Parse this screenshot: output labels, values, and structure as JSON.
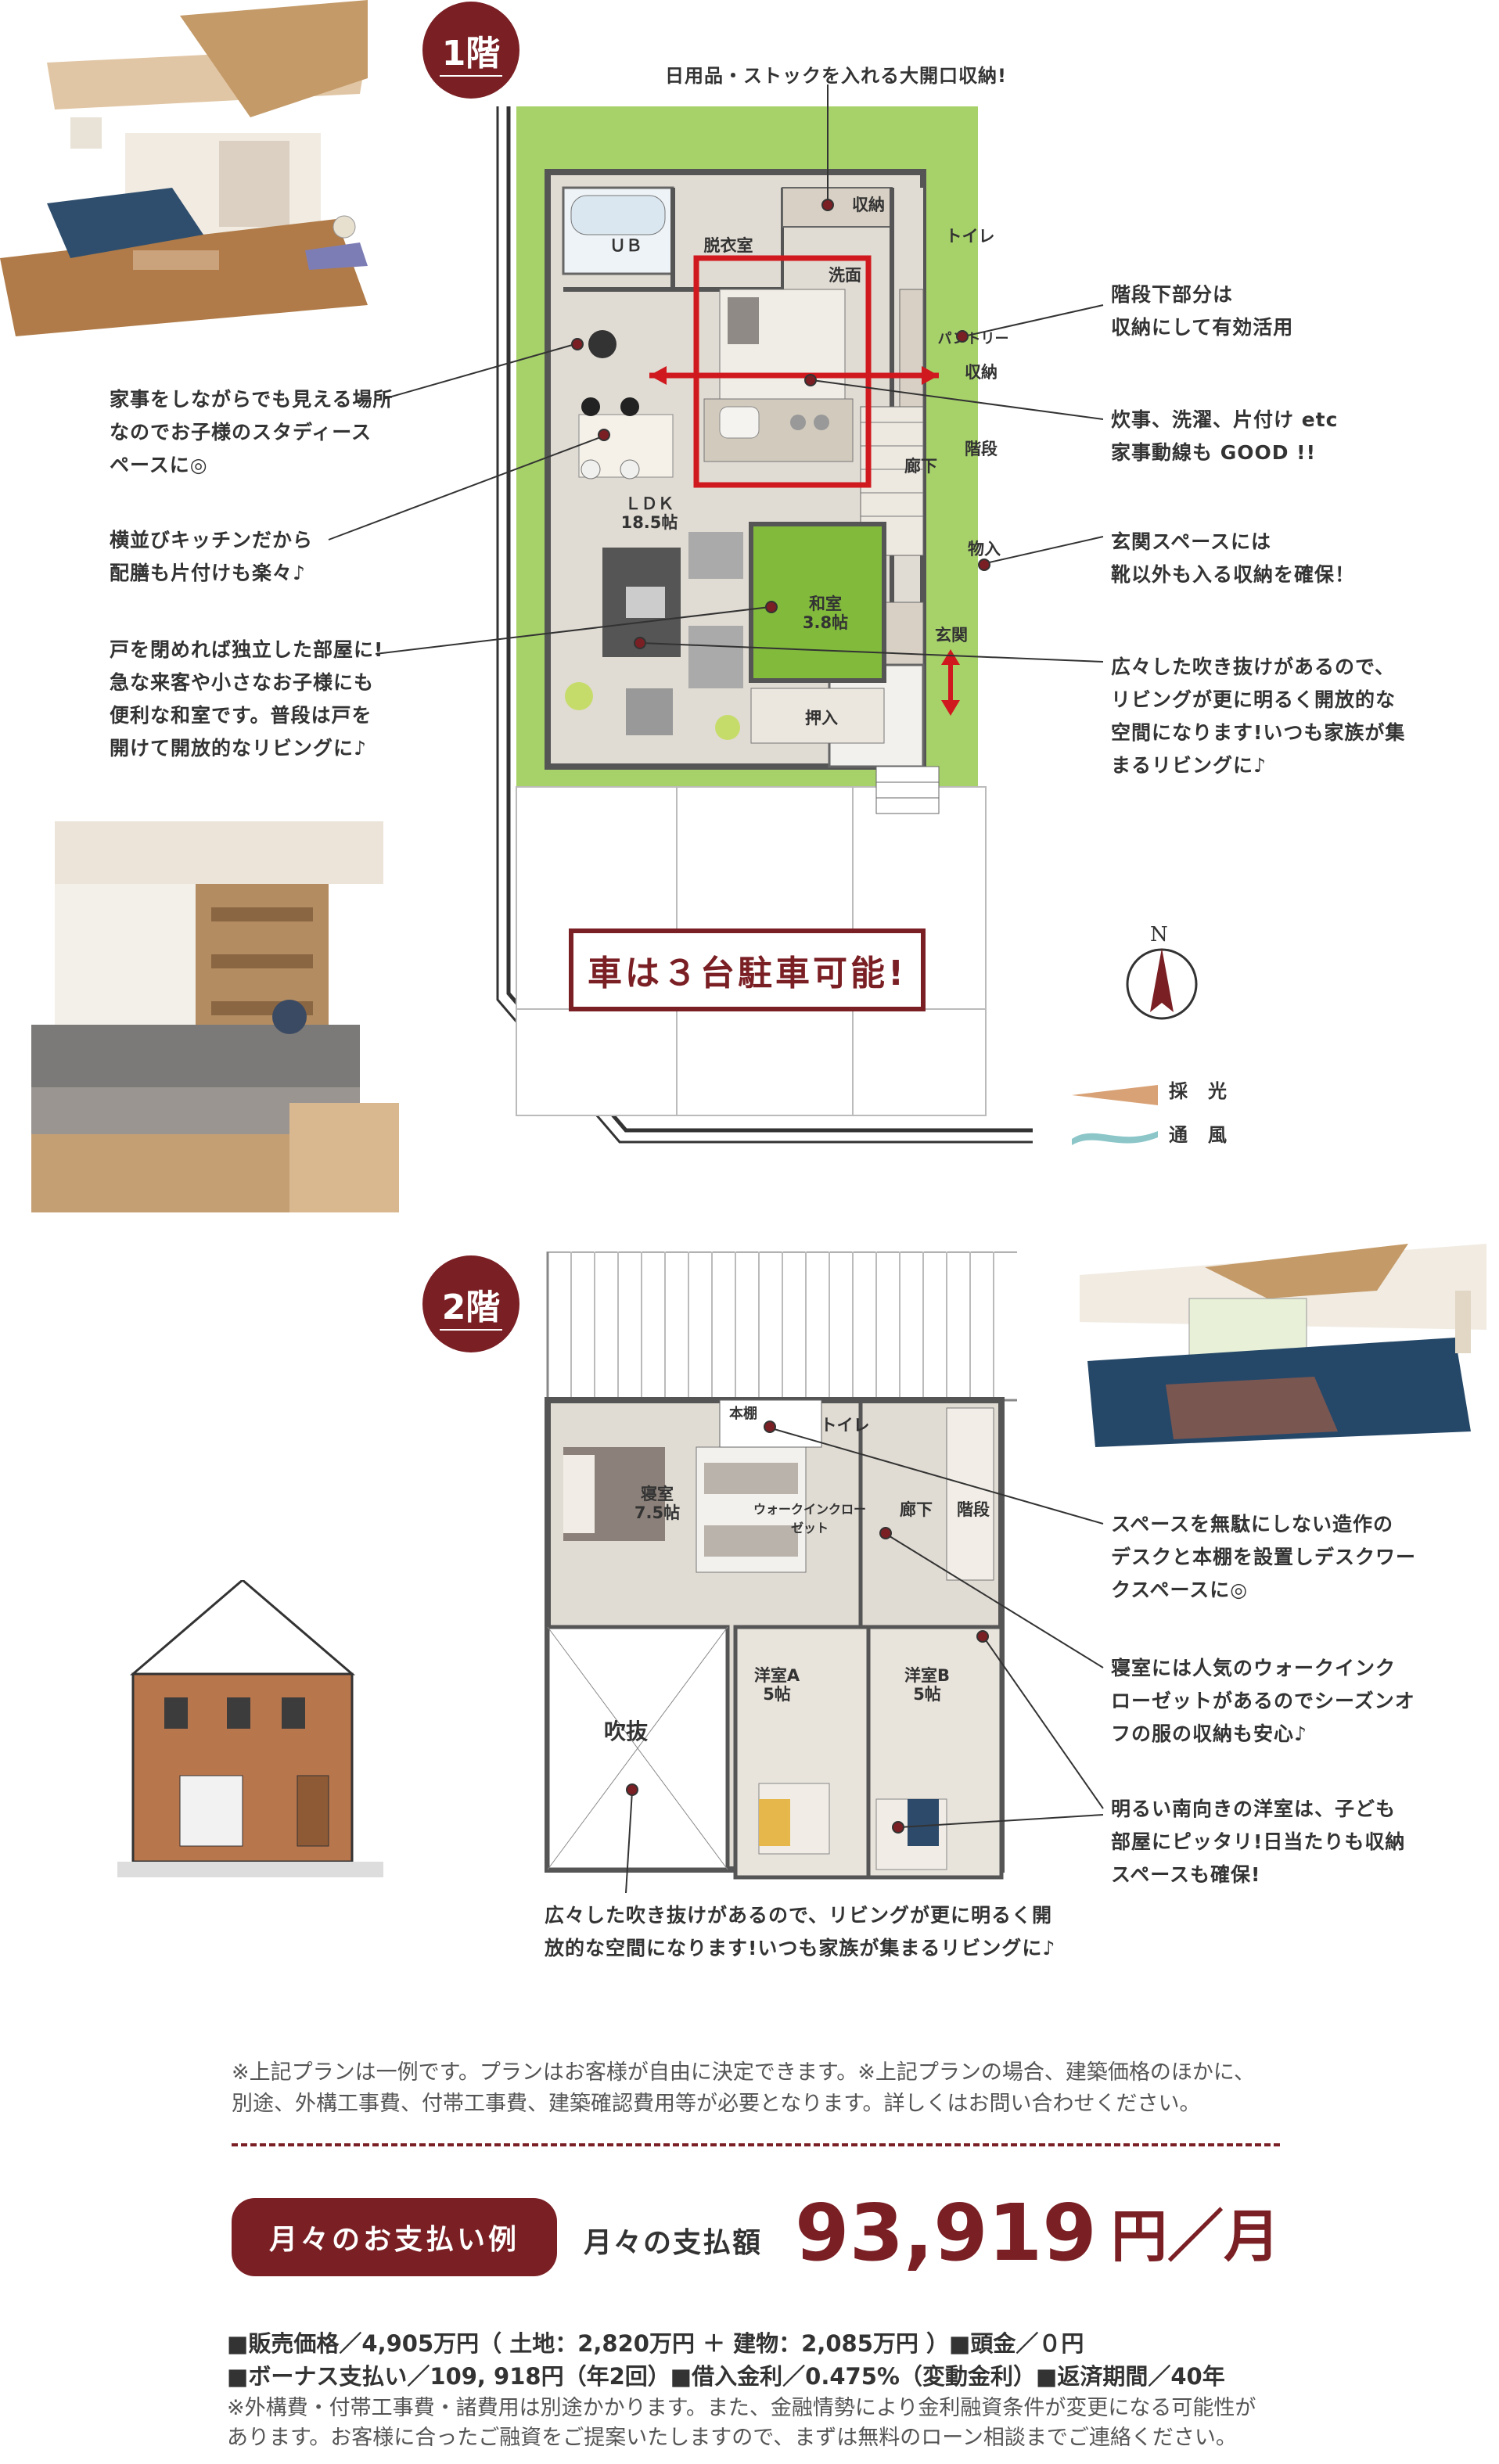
{
  "floor1": {
    "badge": "1階",
    "top_callout": "日用品・ストックを入れる大開口収納!",
    "parking": "車は３台駐車可能!",
    "rooms": {
      "ub": "ＵＢ",
      "datsui": "脱衣室",
      "shuno_top": "収納",
      "toilet": "トイレ",
      "sentaku": "洗面",
      "pantry": "パントリー",
      "shuno_side": "収納",
      "kaidan": "階段",
      "rouka": "廊下",
      "ldk": "ＬＤＫ",
      "ldk_size": "18.5帖",
      "washitsu": "和室",
      "washitsu_size": "3.8帖",
      "oshiire": "押入",
      "genkan": "玄関",
      "monoire": "物入"
    },
    "callouts_left": [
      "家事をしながらでも見える場所\nなのでお子様のスタディース\nペースに◎",
      "横並びキッチンだから\n配膳も片付けも楽々♪",
      "戸を閉めれば独立した部屋に!\n急な来客や小さなお子様にも\n便利な和室です。普段は戸を\n開けて開放的なリビングに♪"
    ],
    "callouts_right": [
      "階段下部分は\n収納にして有効活用",
      "炊事、洗濯、片付け etc\n家事動線も GOOD !!",
      "玄関スペースには\n靴以外も入る収納を確保！",
      "広々した吹き抜けがあるので、\nリビングが更に明るく開放的な\n空間になります!いつも家族が集\nまるリビングに♪"
    ],
    "compass": "N",
    "legend": [
      {
        "label": "採　光",
        "color": "#d9a276"
      },
      {
        "label": "通　風",
        "color": "#8cc6c9"
      }
    ]
  },
  "floor2": {
    "badge": "2階",
    "rooms": {
      "hondana": "本棚",
      "toilet": "トイレ",
      "shinshitsu": "寝室",
      "shinshitsu_size": "7.5帖",
      "walkin": "ウォークインクローゼット",
      "rouka": "廊下",
      "kaidan": "階段",
      "yoshitsu_a": "洋室A",
      "yoshitsu_a_size": "5帖",
      "yoshitsu_b": "洋室B",
      "yoshitsu_b_size": "5帖",
      "fukinuke": "吹抜"
    },
    "callouts_right": [
      "スペースを無駄にしない造作の\nデスクと本棚を設置しデスクワー\nクスペースに◎",
      "寝室には人気のウォークインク\nローゼットがあるのでシーズンオ\nフの服の収納も安心♪",
      "明るい南向きの洋室は、子ども\n部屋にピッタリ!日当たりも収納\nスペースも確保!"
    ],
    "callout_bottom": "広々した吹き抜けがあるので、リビングが更に明るく開\n放的な空間になります!いつも家族が集まるリビングに♪"
  },
  "notice": "※上記プランは一例です。プランはお客様が自由に決定できます。※上記プランの場合、建築価格のほかに、\n別途、外構工事費、付帯工事費、建築確認費用等が必要となります。詳しくはお問い合わせください。",
  "payment": {
    "label": "月々のお支払い例",
    "amount_label": "月々の支払額",
    "amount": "93,919",
    "unit": "円／月",
    "line1": "■販売価格／4,905万円（ 土地：2,820万円 ＋ 建物：2,085万円 ）■頭金／０円",
    "line2": "■ボーナス支払い／109, 918円（年2回）■借入金利／0.475%（変動金利）■返済期間／40年",
    "footnote": "※外構費・付帯工事費・諸費用は別途かかります。また、金融情勢により金利融資条件が変更になる可能性が\nあります。お客様に合ったご融資をご提案いたしますので、まずは無料のローン相談までご連絡ください。"
  },
  "colors": {
    "brand": "#7a1f24",
    "lawn": "#a7d26a",
    "floor": "#e0dbd3",
    "red_route": "#d0191e"
  }
}
